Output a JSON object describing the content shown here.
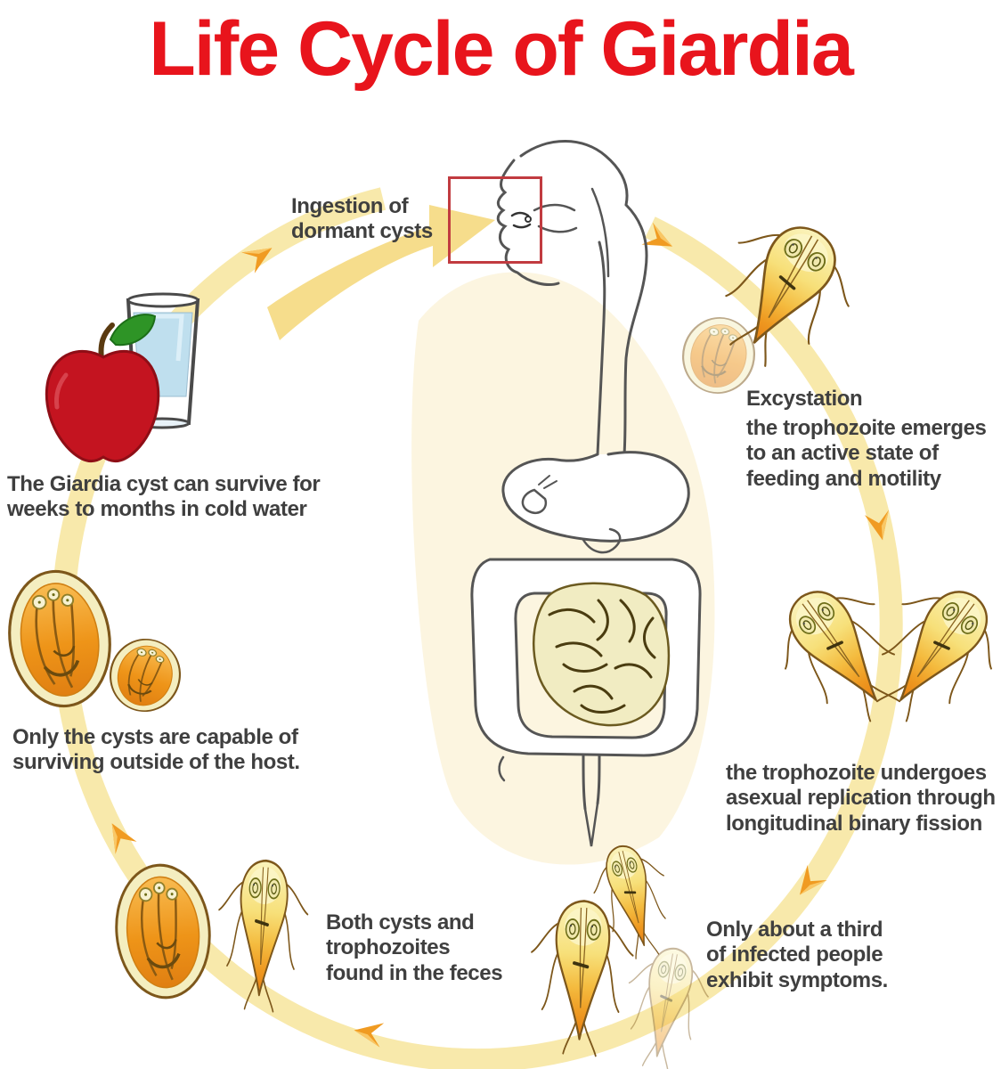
{
  "title": "Life Cycle of Giardia",
  "colors": {
    "title_red": "#E8141C",
    "body_text": "#3F3F3F",
    "ring_yellow": "#F8E9AB",
    "arrow_orange": "#F09B22",
    "highlight_box_red": "#C13B40",
    "trophozoite_orange": "#EE9820",
    "cyst_cream": "#F4EEC0"
  },
  "stages": {
    "ingestion": {
      "label": "Ingestion of\ndormant cysts"
    },
    "water_survival": {
      "label": "The Giardia cyst can survive for\nweeks to months in cold water"
    },
    "cyst_survival": {
      "label": "Only the cysts are capable of\nsurviving outside of the host."
    },
    "feces": {
      "label": "Both cysts and\ntrophozoites\nfound in the feces"
    },
    "symptoms": {
      "label": "Only about a third\nof infected people\nexhibit symptoms."
    },
    "replication": {
      "label": "the trophozoite undergoes\nasexual replication through\nlongitudinal binary fission"
    },
    "excystation": {
      "title": "Excystation",
      "label": "the trophozoite emerges\nto an active state of\nfeeding and motility"
    }
  }
}
